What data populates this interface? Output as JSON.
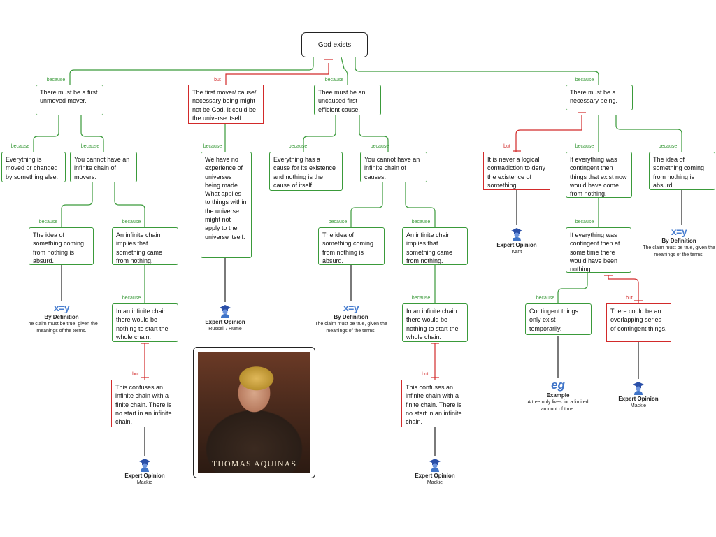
{
  "root": {
    "text": "God exists"
  },
  "nodes": {
    "n1": "There must be a first unmoved mover.",
    "n2": "The first mover/ cause/ necessary being might not be God.  It could be the universe itself.",
    "n3": "Thee must be an uncaused first efficient cause.",
    "n4": "There must be a necessary being.",
    "n5": "Everything is moved or changed by something else.",
    "n6": "You cannot have an infinite chain of movers.",
    "n7": "We have no experience of universes being made.  What applies to things within the universe might not apply to the universe itself.",
    "n8": "Everything has a cause for its existence and nothing is the cause of itself.",
    "n9": "You cannot have an infinite chain of causes.",
    "n10": "It is never a logical contradiction to deny the existence of something.",
    "n11": "If everything was contingent then things that exist now would have come from nothing.",
    "n12": "The idea of something coming from nothing is absurd.",
    "n13": "The idea of something coming from nothing is absurd.",
    "n14": "An infinite chain implies that something came from nothing.",
    "n15": "The idea of something coming from nothing is absurd.",
    "n16": "An infinite chain implies that something came from nothing.",
    "n17": "If everything was contingent then at some time there would have been nothing.",
    "n18": "In an infinite chain there would be nothing to start the whole chain.",
    "n19": "In an infinite chain there would be nothing to start the whole chain.",
    "n20": "Contingent things only exist temporarily.",
    "n21": "There could be an overlapping series of contingent things.",
    "n22": "This confuses an infinite chain with a finite chain.  There is no start in an infinite chain.",
    "n23": "This confuses an infinite chain with a finite chain.  There is no start in an infinite chain."
  },
  "link_labels": {
    "because": "because",
    "but": "but"
  },
  "bases": {
    "b1": {
      "icon": "x=y",
      "title": "By Definition",
      "sub": "The claim must be true, given the meanings of the terms."
    },
    "b2": {
      "icon": "expert",
      "title": "Expert Opinion",
      "sub": "Russell / Hume"
    },
    "b3": {
      "icon": "x=y",
      "title": "By Definition",
      "sub": "The claim must be true, given the meanings of the terms."
    },
    "b4": {
      "icon": "expert",
      "title": "Expert Opinion",
      "sub": "Kant"
    },
    "b5": {
      "icon": "x=y",
      "title": "By Definition",
      "sub": "The claim must be true, given the meanings of the terms."
    },
    "b6": {
      "icon": "expert",
      "title": "Expert Opinion",
      "sub": "Mackie"
    },
    "b7": {
      "icon": "expert",
      "title": "Expert Opinion",
      "sub": "Mackie"
    },
    "b8": {
      "icon": "eg",
      "title": "Example",
      "sub": "A tree only lives for a limited amount of time."
    },
    "b9": {
      "icon": "expert",
      "title": "Expert Opinion",
      "sub": "Mackie"
    }
  },
  "portrait": {
    "caption": "THOMAS AQUINAS"
  },
  "colors": {
    "support": "#3a9a3a",
    "objection": "#d22a2a",
    "basis_line": "#222222",
    "icon_blue": "#3f74c8"
  }
}
